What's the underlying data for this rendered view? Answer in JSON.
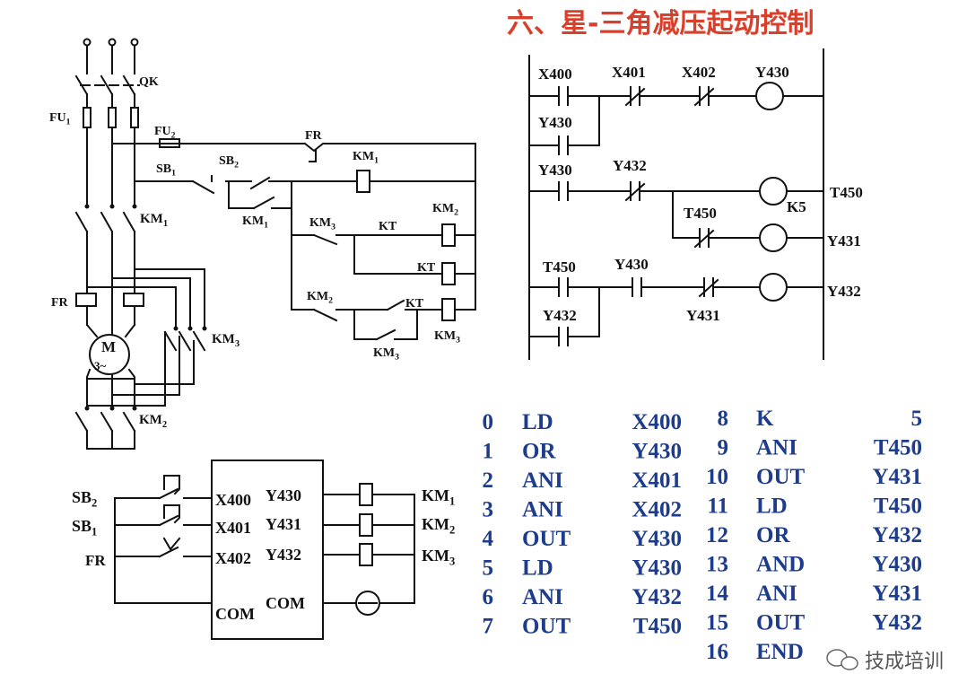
{
  "title": "六、星-三角减压起动控制",
  "power_circuit": {
    "qk": {
      "text": "QK",
      "sub": ""
    },
    "fu1": {
      "text": "FU",
      "sub": "1"
    },
    "fu2": {
      "text": "FU",
      "sub": "2"
    },
    "fr_main": {
      "text": "FR",
      "sub": ""
    },
    "km1_main": {
      "text": "KM",
      "sub": "1"
    },
    "km2_main": {
      "text": "KM",
      "sub": "2"
    },
    "km3_main": {
      "text": "KM",
      "sub": "3"
    },
    "motor": {
      "text": "M",
      "sub": ""
    },
    "motor_phase": {
      "text": "3~",
      "sub": ""
    },
    "fr_ctrl": {
      "text": "FR",
      "sub": ""
    },
    "sb1": {
      "text": "SB",
      "sub": "1"
    },
    "sb2": {
      "text": "SB",
      "sub": "2"
    },
    "km1_coil": {
      "text": "KM",
      "sub": "1"
    },
    "km1_aux": {
      "text": "KM",
      "sub": "1"
    },
    "km3_nc": {
      "text": "KM",
      "sub": "3"
    },
    "kt_nc": {
      "text": "KT",
      "sub": ""
    },
    "km2_coil": {
      "text": "KM",
      "sub": "2"
    },
    "kt_coil": {
      "text": "KT",
      "sub": ""
    },
    "km2_nc": {
      "text": "KM",
      "sub": "2"
    },
    "kt_no": {
      "text": "KT",
      "sub": ""
    },
    "km3_coil": {
      "text": "KM",
      "sub": "3"
    },
    "km3_aux": {
      "text": "KM",
      "sub": "3"
    }
  },
  "ladder": {
    "r1_x400": "X400",
    "r1_x401": "X401",
    "r1_x402": "X402",
    "r1_y430_coil": "Y430",
    "r1_y430_hold": "Y430",
    "r2_y430": "Y430",
    "r2_y432": "Y432",
    "r2_t450_coil": "T450",
    "r2_k5": "K5",
    "r2_t450_nc": "T450",
    "r2_y431_coil": "Y431",
    "r3_t450": "T450",
    "r3_y432_hold": "Y432",
    "r3_y430": "Y430",
    "r3_y431_nc": "Y431",
    "r3_y432_coil": "Y432"
  },
  "io_wiring": {
    "sb2": {
      "text": "SB",
      "sub": "2"
    },
    "sb1": {
      "text": "SB",
      "sub": "1"
    },
    "fr": {
      "text": "FR",
      "sub": ""
    },
    "x400": "X400",
    "x401": "X401",
    "x402": "X402",
    "com_in": "COM",
    "y430": "Y430",
    "y431": "Y431",
    "y432": "Y432",
    "com_out": "COM",
    "km1": {
      "text": "KM",
      "sub": "1"
    },
    "km2": {
      "text": "KM",
      "sub": "2"
    },
    "km3": {
      "text": "KM",
      "sub": "3"
    }
  },
  "instruction_list": [
    {
      "step": "0",
      "op": "LD",
      "operand": "X400"
    },
    {
      "step": "1",
      "op": "OR",
      "operand": "Y430"
    },
    {
      "step": "2",
      "op": "ANI",
      "operand": "X401"
    },
    {
      "step": "3",
      "op": "ANI",
      "operand": "X402"
    },
    {
      "step": "4",
      "op": "OUT",
      "operand": "Y430"
    },
    {
      "step": "5",
      "op": "LD",
      "operand": "Y430"
    },
    {
      "step": "6",
      "op": "ANI",
      "operand": "Y432"
    },
    {
      "step": "7",
      "op": "OUT",
      "operand": "T450"
    },
    {
      "step": "8",
      "op": "K",
      "operand": "5"
    },
    {
      "step": "9",
      "op": "ANI",
      "operand": "T450"
    },
    {
      "step": "10",
      "op": "OUT",
      "operand": "Y431"
    },
    {
      "step": "11",
      "op": "LD",
      "operand": "T450"
    },
    {
      "step": "12",
      "op": "OR",
      "operand": "Y432"
    },
    {
      "step": "13",
      "op": "AND",
      "operand": "Y430"
    },
    {
      "step": "14",
      "op": "ANI",
      "operand": "Y431"
    },
    {
      "step": "15",
      "op": "OUT",
      "operand": "Y432"
    },
    {
      "step": "16",
      "op": "END",
      "operand": ""
    }
  ],
  "watermark": {
    "text": "技成培训",
    "icon": "wechat-icon"
  },
  "colors": {
    "title": "#d9402c",
    "instructions": "#1e3c8c",
    "lines": "#111111"
  }
}
